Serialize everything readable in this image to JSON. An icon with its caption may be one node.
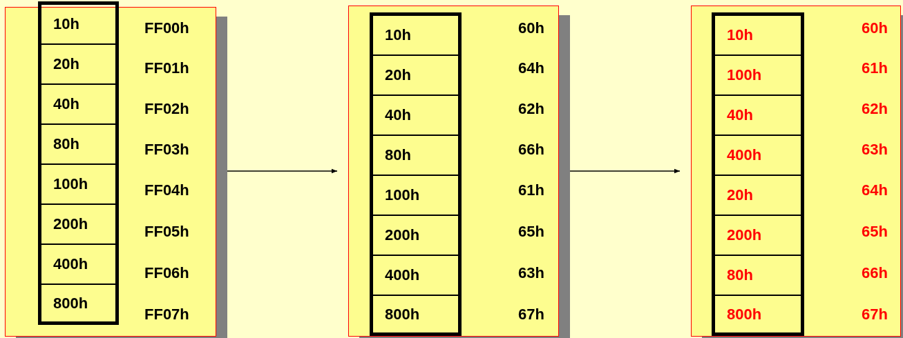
{
  "diagram": {
    "nodes": [
      {
        "text": [],
        "shape": "box"
      },
      {
        "text": [
          "10h"
        ],
        "in": 0,
        "beside": [
          "FF00h"
        ]
      },
      {
        "text": [
          "20h"
        ],
        "in": 0,
        "beside": [
          "FF01h"
        ]
      },
      {
        "text": [
          "40h"
        ],
        "in": 0,
        "beside": [
          "FF02h"
        ]
      },
      {
        "text": [
          "80h"
        ],
        "in": 0,
        "beside": [
          "FF03h"
        ]
      },
      {
        "text": [
          "100h"
        ],
        "in": 0,
        "beside": [
          "FF04h"
        ]
      },
      {
        "text": [
          "200h"
        ],
        "in": 0,
        "beside": [
          "FF05h"
        ]
      },
      {
        "text": [
          "400h"
        ],
        "in": 0,
        "beside": [
          "FF06h"
        ]
      },
      {
        "text": [
          "800h"
        ],
        "in": 0,
        "beside": [
          "FF07h"
        ]
      },
      {
        "text": [],
        "shape": "box"
      },
      {
        "text": [
          "10h"
        ],
        "in": 9,
        "beside": [
          "60h"
        ]
      },
      {
        "text": [
          "20h"
        ],
        "in": 9,
        "beside": [
          "64h"
        ]
      },
      {
        "text": [
          "40h"
        ],
        "in": 9,
        "beside": [
          "62h"
        ]
      },
      {
        "text": [
          "80h"
        ],
        "in": 9,
        "beside": [
          "66h"
        ]
      },
      {
        "text": [
          "100h"
        ],
        "in": 9,
        "beside": [
          "61h"
        ]
      },
      {
        "text": [
          "200h"
        ],
        "in": 9,
        "beside": [
          "65h"
        ]
      },
      {
        "text": [
          "400h"
        ],
        "in": 9,
        "beside": [
          "63h"
        ]
      },
      {
        "text": [
          "800h"
        ],
        "in": 9,
        "beside": [
          "67h"
        ]
      },
      {
        "text": [],
        "shape": "box"
      },
      {
        "text": [
          "10h"
        ],
        "in": 18,
        "beside": [
          "60h"
        ]
      },
      {
        "text": [
          "100h"
        ],
        "in": 18,
        "beside": [
          "61h"
        ]
      },
      {
        "text": [
          "40h"
        ],
        "in": 18,
        "beside": [
          "62h"
        ]
      },
      {
        "text": [
          "400h"
        ],
        "in": 18,
        "beside": [
          "63h"
        ]
      },
      {
        "text": [
          "20h"
        ],
        "in": 18,
        "beside": [
          "64h"
        ]
      },
      {
        "text": [
          "200h"
        ],
        "in": 18,
        "beside": [
          "65h"
        ]
      },
      {
        "text": [
          "80h"
        ],
        "in": 18,
        "beside": [
          "66h"
        ]
      },
      {
        "text": [
          "800h"
        ],
        "in": 18,
        "beside": [
          "67h"
        ]
      }
    ],
    "edges": [
      {
        "from": 0,
        "to": 9,
        "arrow": "to"
      },
      {
        "from": 9,
        "to": 18,
        "arrow": "to"
      }
    ]
  }
}
